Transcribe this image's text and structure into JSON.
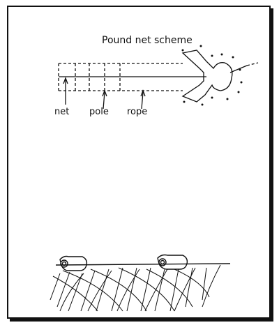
{
  "diagram": {
    "title": "Pound net scheme",
    "labels": {
      "net": "net",
      "pole": "pole",
      "rope": "rope"
    }
  }
}
